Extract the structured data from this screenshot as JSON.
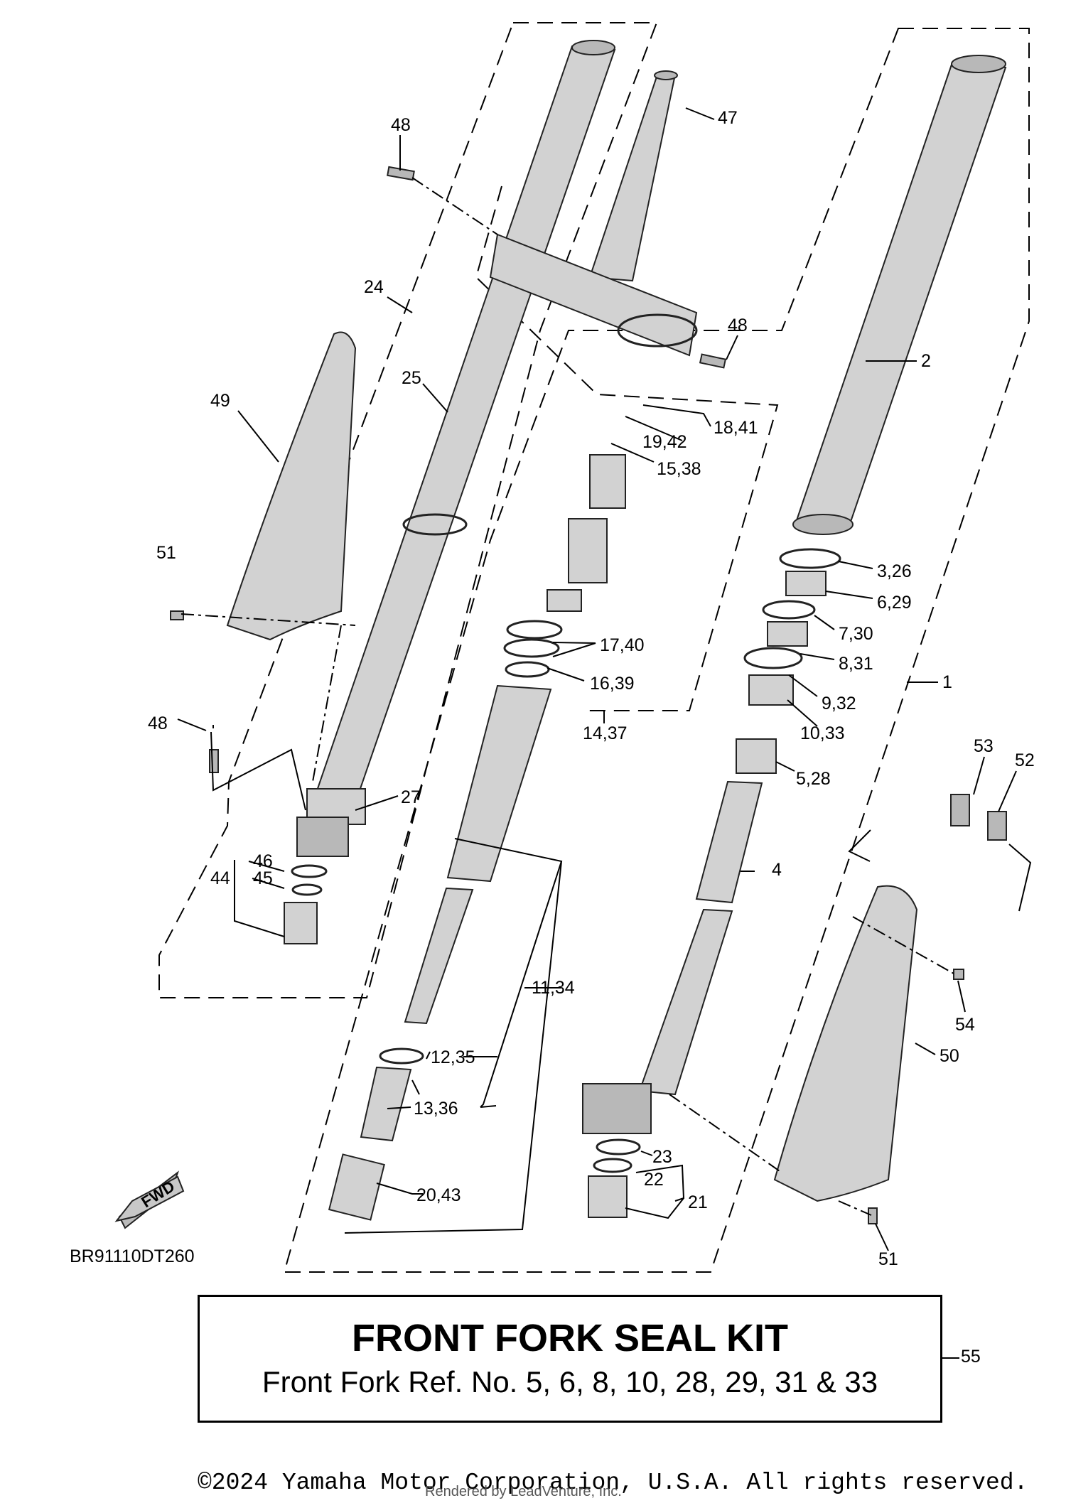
{
  "diagram": {
    "code": "BR91110DT260",
    "fwd_label": "FWD",
    "labels": {
      "l1": "1",
      "l2": "2",
      "l3_26": "3,26",
      "l4": "4",
      "l5_28": "5,28",
      "l6_29": "6,29",
      "l7_30": "7,30",
      "l8_31": "8,31",
      "l9_32": "9,32",
      "l10_33": "10,33",
      "l11_34": "11,34",
      "l12_35": "12,35",
      "l13_36": "13,36",
      "l14_37": "14,37",
      "l15_38": "15,38",
      "l16_39": "16,39",
      "l17_40": "17,40",
      "l18_41": "18,41",
      "l19_42": "19,42",
      "l20_43": "20,43",
      "l21": "21",
      "l22": "22",
      "l23": "23",
      "l24": "24",
      "l25": "25",
      "l27": "27",
      "l44": "44",
      "l45": "45",
      "l46": "46",
      "l47": "47",
      "l48a": "48",
      "l48b": "48",
      "l48c": "48",
      "l49": "49",
      "l50": "50",
      "l51a": "51",
      "l51b": "51",
      "l52": "52",
      "l53": "53",
      "l54": "54"
    }
  },
  "kit": {
    "title": "FRONT FORK SEAL KIT",
    "subtitle": "Front Fork Ref. No. 5, 6, 8, 10, 28, 29, 31 & 33",
    "ref": "55"
  },
  "footer": {
    "copyright": "©2024 Yamaha Motor Corporation, U.S.A. All rights reserved.",
    "rendered_by": "Rendered by LeadVenture, Inc."
  }
}
